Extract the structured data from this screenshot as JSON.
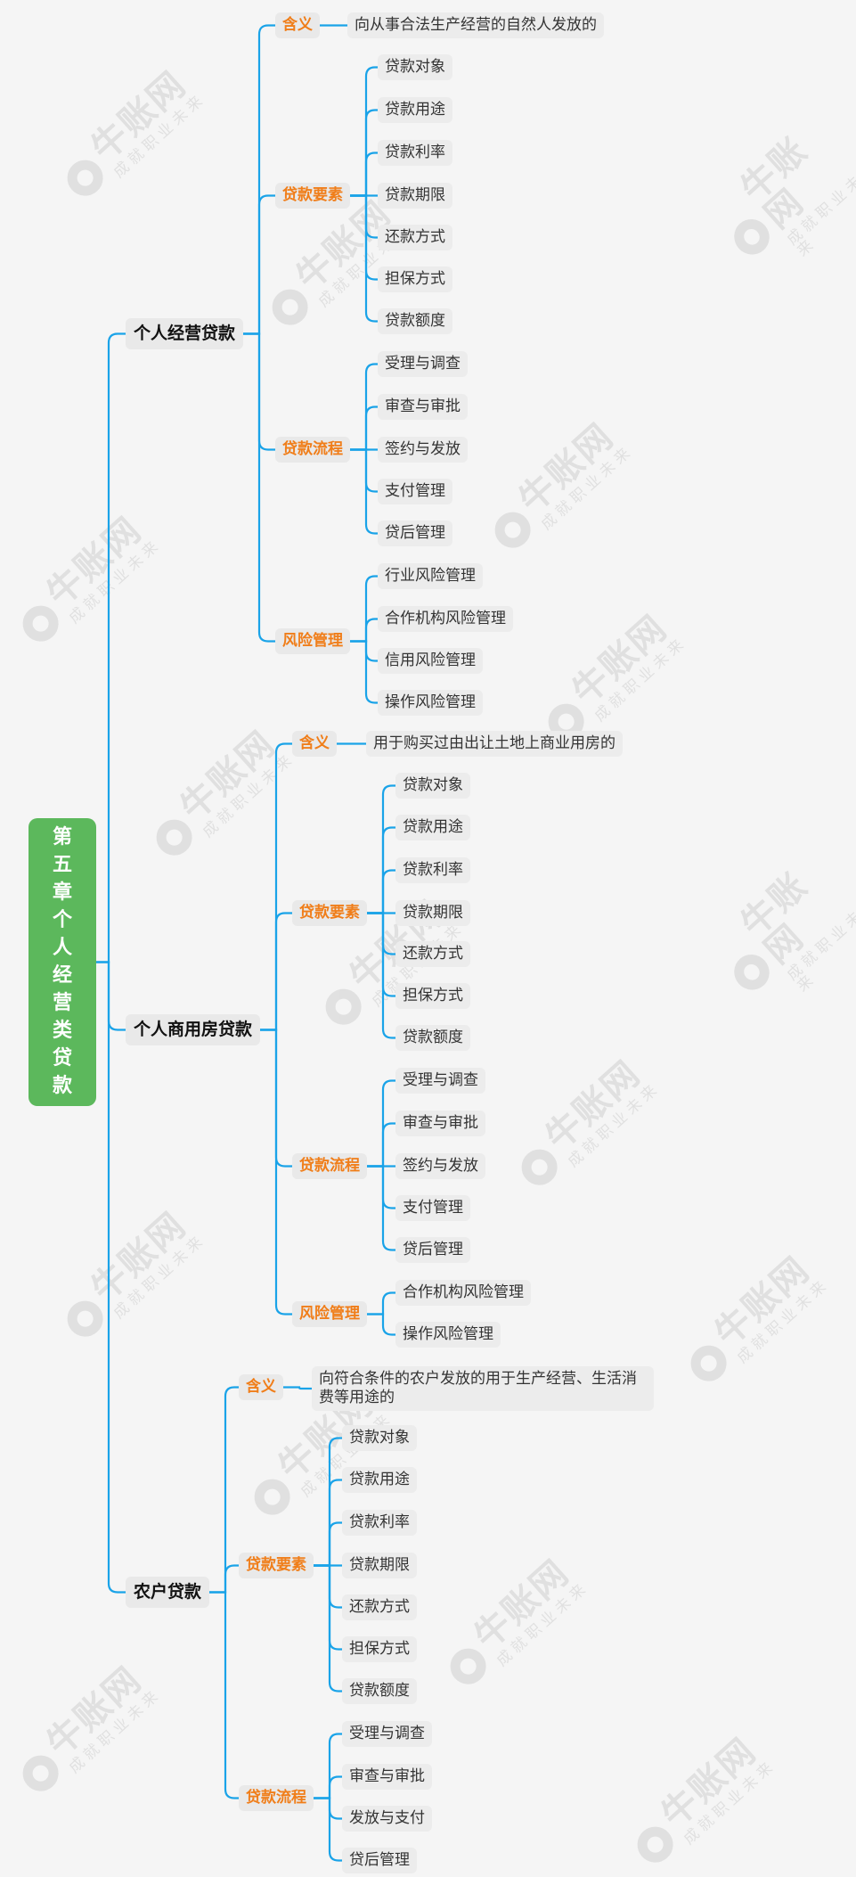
{
  "root": {
    "label": "第五章个人经营类贷款"
  },
  "branches": [
    {
      "label": "个人经营贷款",
      "children": [
        {
          "label": "含义",
          "items": [
            "向从事合法生产经营的自然人发放的"
          ]
        },
        {
          "label": "贷款要素",
          "items": [
            "贷款对象",
            "贷款用途",
            "贷款利率",
            "贷款期限",
            "还款方式",
            "担保方式",
            "贷款额度"
          ]
        },
        {
          "label": "贷款流程",
          "items": [
            "受理与调查",
            "审查与审批",
            "签约与发放",
            "支付管理",
            "贷后管理"
          ]
        },
        {
          "label": "风险管理",
          "items": [
            "行业风险管理",
            "合作机构风险管理",
            "信用风险管理",
            "操作风险管理"
          ]
        }
      ]
    },
    {
      "label": "个人商用房贷款",
      "children": [
        {
          "label": "含义",
          "items": [
            "用于购买过由出让土地上商业用房的"
          ]
        },
        {
          "label": "贷款要素",
          "items": [
            "贷款对象",
            "贷款用途",
            "贷款利率",
            "贷款期限",
            "还款方式",
            "担保方式",
            "贷款额度"
          ]
        },
        {
          "label": "贷款流程",
          "items": [
            "受理与调查",
            "审查与审批",
            "签约与发放",
            "支付管理",
            "贷后管理"
          ]
        },
        {
          "label": "风险管理",
          "items": [
            "合作机构风险管理",
            "操作风险管理"
          ]
        }
      ]
    },
    {
      "label": "农户贷款",
      "children": [
        {
          "label": "含义",
          "items": [
            "向符合条件的农户发放的用于生产经营、生活消费等用途的"
          ]
        },
        {
          "label": "贷款要素",
          "items": [
            "贷款对象",
            "贷款用途",
            "贷款利率",
            "贷款期限",
            "还款方式",
            "担保方式",
            "贷款额度"
          ]
        },
        {
          "label": "贷款流程",
          "items": [
            "受理与调查",
            "审查与审批",
            "发放与支付",
            "贷后管理"
          ]
        }
      ]
    }
  ],
  "watermark": {
    "main": "牛账网",
    "sub": "成就职业未来"
  },
  "colors": {
    "root": "#5cb85c",
    "line": "#1aa3e8",
    "category": "#f07e1a",
    "node_bg": "#e9e9e9",
    "background": "#f5f5f5"
  }
}
